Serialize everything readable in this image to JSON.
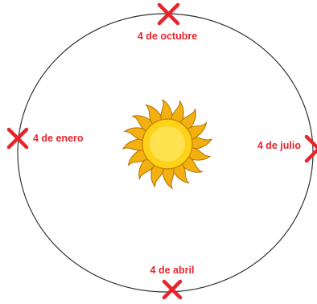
{
  "colors": {
    "orbit": "#333333",
    "marker": "#e8242b",
    "label": "#e8242b",
    "sun_core": "#ffd21a",
    "sun_ray": "#f3b012"
  },
  "orbit": {
    "markers": [
      {
        "id": "octubre",
        "label": "4 de octubre",
        "icon": "x-mark-icon"
      },
      {
        "id": "enero",
        "label": "4 de enero",
        "icon": "x-mark-icon"
      },
      {
        "id": "julio",
        "label": "4 de julio",
        "icon": "x-mark-icon"
      },
      {
        "id": "abril",
        "label": "4 de abril",
        "icon": "x-mark-icon"
      }
    ]
  },
  "sun": {
    "icon": "sun-icon"
  }
}
